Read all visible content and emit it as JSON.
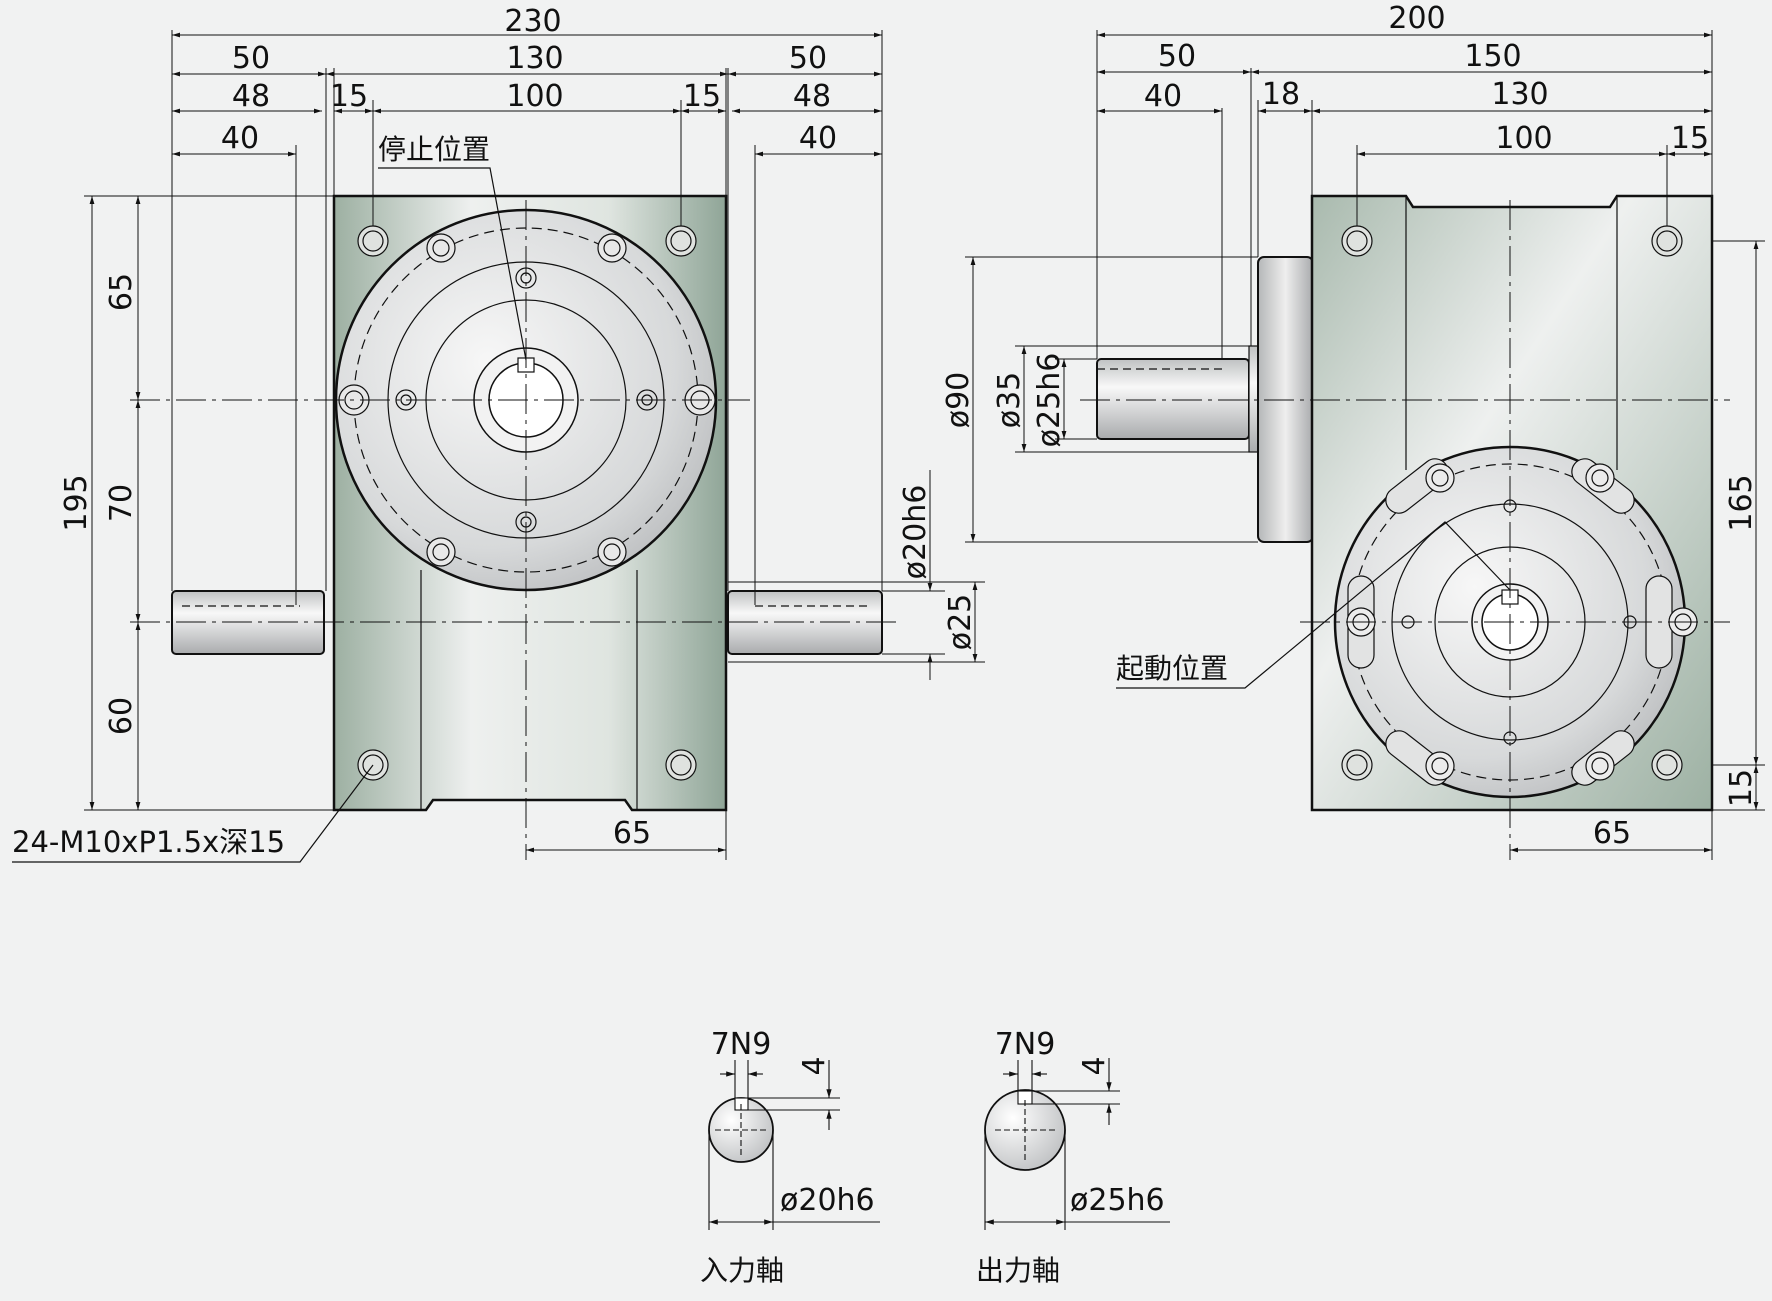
{
  "front_view": {
    "dims_top": {
      "overall": "230",
      "left": "50",
      "center": "130",
      "right": "50",
      "left_48": "48",
      "left_15": "15",
      "c100": "100",
      "right_15": "15",
      "right_48": "48",
      "left_40": "40",
      "right_40": "40"
    },
    "dims_side": {
      "d195": "195",
      "d65": "65",
      "d70": "70",
      "d60": "60"
    },
    "dims_right": {
      "shaft_dia": "ø20h6",
      "collar_dia": "ø25"
    },
    "dim_bottom": "65",
    "stop_label": "停止位置",
    "tap_note": "24-M10xP1.5x深15"
  },
  "side_view": {
    "dims_top": {
      "overall": "200",
      "d50": "50",
      "d150": "150",
      "d40": "40",
      "d18": "18",
      "d130": "130",
      "d100": "100",
      "d15": "15"
    },
    "dims_left": {
      "d90": "ø90",
      "d35": "ø35",
      "d25h6": "ø25h6"
    },
    "dims_right": {
      "d165": "165",
      "d15": "15"
    },
    "dim_bottom": "65",
    "start_label": "起動位置"
  },
  "input_shaft": {
    "key": "7N9",
    "depth": "4",
    "dia": "ø20h6",
    "name": "入力軸"
  },
  "output_shaft": {
    "key": "7N9",
    "depth": "4",
    "dia": "ø25h6",
    "name": "出力軸"
  },
  "colors": {
    "body_green": "#8fa597",
    "face_grey": "#c9cbcc",
    "line": "#111111"
  }
}
